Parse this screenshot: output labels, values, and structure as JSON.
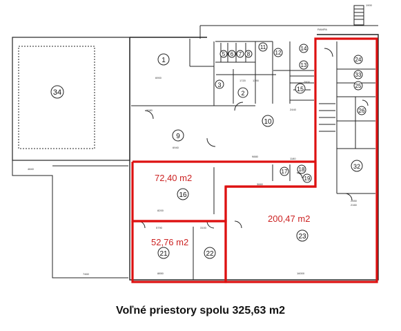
{
  "plan": {
    "rooms": [
      {
        "id": "room-1",
        "num": "1"
      },
      {
        "id": "room-2",
        "num": "2"
      },
      {
        "id": "room-3",
        "num": "3"
      },
      {
        "id": "room-5",
        "num": "5"
      },
      {
        "id": "room-6",
        "num": "6"
      },
      {
        "id": "room-7",
        "num": "7"
      },
      {
        "id": "room-8",
        "num": "8"
      },
      {
        "id": "room-9",
        "num": "9"
      },
      {
        "id": "room-10",
        "num": "10"
      },
      {
        "id": "room-11",
        "num": "11"
      },
      {
        "id": "room-12",
        "num": "12"
      },
      {
        "id": "room-13",
        "num": "13"
      },
      {
        "id": "room-14",
        "num": "14"
      },
      {
        "id": "room-15",
        "num": "15"
      },
      {
        "id": "room-16",
        "num": "16"
      },
      {
        "id": "room-17",
        "num": "17"
      },
      {
        "id": "room-18",
        "num": "18"
      },
      {
        "id": "room-19",
        "num": "19"
      },
      {
        "id": "room-21",
        "num": "21"
      },
      {
        "id": "room-22",
        "num": "22"
      },
      {
        "id": "room-23",
        "num": "23"
      },
      {
        "id": "room-24",
        "num": "24"
      },
      {
        "id": "room-25",
        "num": "25"
      },
      {
        "id": "room-26",
        "num": "26"
      },
      {
        "id": "room-32",
        "num": "32"
      },
      {
        "id": "room-33",
        "num": "33"
      },
      {
        "id": "room-34",
        "num": "34"
      }
    ],
    "highlighted_areas": [
      {
        "id": "area-16",
        "label": "72,40 m2"
      },
      {
        "id": "area-21-22",
        "label": "52,76 m2"
      },
      {
        "id": "area-23",
        "label": "200,47 m2"
      }
    ],
    "caption": "Voľné priestory spolu 325,63 m2",
    "colors": {
      "highlight": "#dd1111",
      "walls": "#222222",
      "label": "#cc2222"
    }
  }
}
